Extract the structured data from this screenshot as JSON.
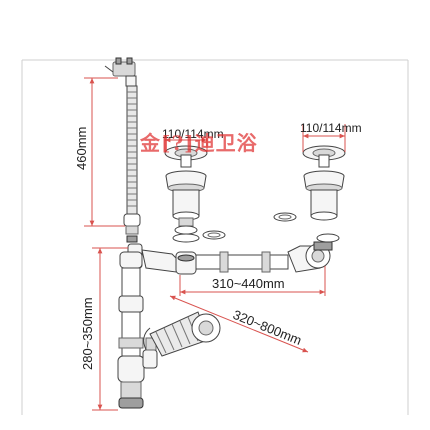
{
  "dimensions": {
    "standpipe_height": "460mm",
    "basin_left": "110/114mm",
    "basin_right": "110/114mm",
    "horizontal_span": "310~440mm",
    "diagonal_span": "320~800mm",
    "trap_height": "280~350mm"
  },
  "watermark": "金[?]迪卫浴",
  "colors": {
    "dimension_lines": "#d9534f",
    "watermark": "#e03131",
    "parts": "#444444"
  }
}
